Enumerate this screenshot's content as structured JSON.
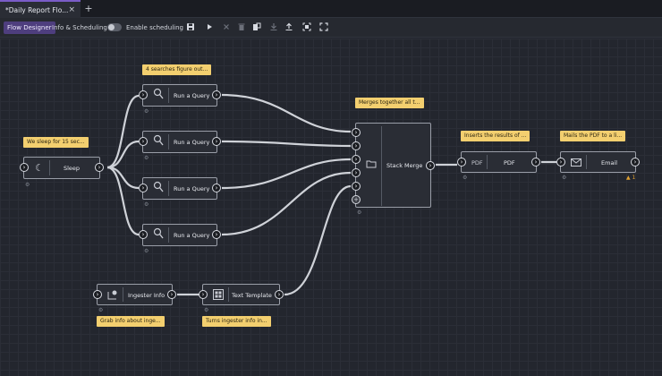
{
  "tab": {
    "title": "*Daily Report Flo...",
    "close": "×",
    "add": "+"
  },
  "toolbar": {
    "flow_designer": "Flow Designer",
    "info_scheduling": "Info & Scheduling",
    "scheduling_label": "Enable scheduling",
    "scheduling_enabled": false
  },
  "nodes": {
    "sleep": {
      "label": "Sleep",
      "icon": "moon-icon"
    },
    "query1": {
      "label": "Run a Query",
      "icon": "magnifier-icon"
    },
    "query2": {
      "label": "Run a Query",
      "icon": "magnifier-icon"
    },
    "query3": {
      "label": "Run a Query",
      "icon": "magnifier-icon"
    },
    "query4": {
      "label": "Run a Query",
      "icon": "magnifier-icon"
    },
    "stack_merge": {
      "label": "Stack Merge",
      "icon": "folder-icon"
    },
    "pdf": {
      "label": "PDF",
      "icon_text": "PDF"
    },
    "email": {
      "label": "Email",
      "icon": "envelope-icon",
      "warning_count": "1"
    },
    "ingester": {
      "label": "Ingester Info",
      "icon": "ingester-icon"
    },
    "text_template": {
      "label": "Text Template",
      "icon": "template-icon"
    }
  },
  "notes": {
    "sleep": "We sleep for 15 sec...",
    "queries": "4 searches figure out...",
    "merge": "Merges together all t...",
    "pdf": "Inserts the results of ...",
    "email": "Mails the PDF to a li...",
    "ingester": "Grab info about inge...",
    "template": "Turns ingester info in..."
  },
  "colors": {
    "accent": "#4e3e7e",
    "note": "#f3cf6f",
    "canvas": "#23262e",
    "wire": "#cfd2d8"
  }
}
